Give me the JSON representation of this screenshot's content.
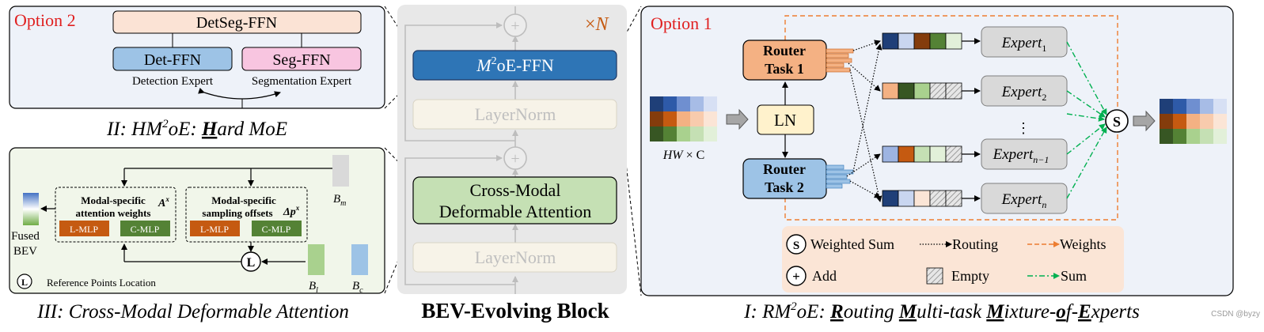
{
  "colors": {
    "panel_bg_light": "#eef2f9",
    "panel_bg_green": "#f1f6ea",
    "panel_bg_gray": "#e8e8e8",
    "red_label": "#e02020",
    "orange_nx": "#c55a11",
    "detseg": "#fbe3d5",
    "detffn": "#9dc3e6",
    "segffn": "#f8c5e0",
    "moe_ffn": "#2e75b6",
    "layernorm": "#f7f3e8",
    "cross_modal": "#c5e0b4",
    "router1": "#f4b183",
    "router2": "#9dc3e6",
    "ln_box": "#fff2cc",
    "expert_box": "#d9d9d9",
    "lmlp": "#c55a11",
    "cmlp": "#548235",
    "legend_bg": "#fbe5d6",
    "sum_green": "#00b050",
    "weights_orange": "#ed7d31"
  },
  "hard_moe_panel": {
    "option_label": "Option 2",
    "detseg_ffn": "DetSeg-FFN",
    "det_ffn": "Det-FFN",
    "seg_ffn": "Seg-FFN",
    "detection_expert": "Detection Expert",
    "segmentation_expert": "Segmentation Expert",
    "caption": "II: HM²oE: Hard MoE"
  },
  "cross_modal_panel": {
    "attention_weights_title": "Modal-specific attention weights",
    "attention_symbol": "Aˣ",
    "sampling_offsets_title": "Modal-specific sampling offsets",
    "sampling_symbol": "Δpˣ",
    "l_mlp": "L-MLP",
    "c_mlp": "C-MLP",
    "fused_bev_line1": "Fused",
    "fused_bev_line2": "BEV",
    "b_m": "Bm",
    "b_l": "Bl",
    "b_c": "Bc",
    "l_symbol": "L",
    "ref_points_label": "Reference Points Location",
    "caption": "III: Cross-Modal Deformable Attention"
  },
  "block_panel": {
    "repeat_label": "×N",
    "moe_ffn": "M²oE-FFN",
    "layernorm_top": "LayerNorm",
    "cross_modal_line1": "Cross-Modal",
    "cross_modal_line2": "Deformable Attention",
    "layernorm_bottom": "LayerNorm",
    "plus": "+",
    "caption": "BEV-Evolving Block"
  },
  "routing_panel": {
    "option_label": "Option 1",
    "router_task1_line1": "Router",
    "router_task1_line2": "Task 1",
    "router_task2_line1": "Router",
    "router_task2_line2": "Task 2",
    "ln": "LN",
    "hw_c": "HW × C",
    "experts": [
      "Expert1",
      "Expert2",
      "Expertn−1",
      "Expertn"
    ],
    "dots": "⋮",
    "s_symbol": "S",
    "caption": "I: RM²oE: Routing Multi-task Mixture-of-Experts"
  },
  "legend": {
    "weighted_sum": "Weighted Sum",
    "routing": "Routing",
    "weights": "Weights",
    "add": "Add",
    "empty": "Empty",
    "sum": "Sum"
  },
  "watermark": "CSDN @byzy"
}
